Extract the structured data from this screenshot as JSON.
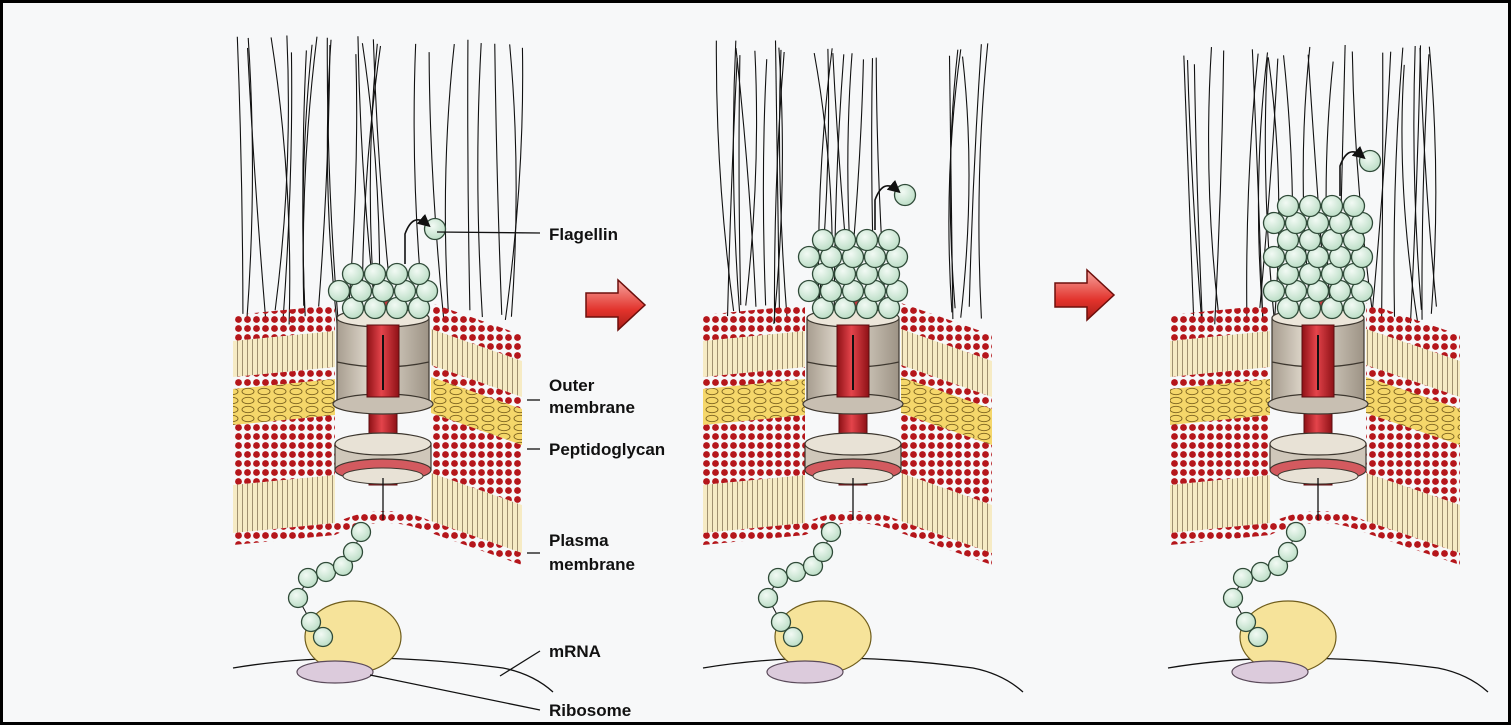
{
  "labels": {
    "flagellin": "Flagellin",
    "outer_membrane_line1": "Outer",
    "outer_membrane_line2": "membrane",
    "peptidoglycan": "Peptidoglycan",
    "plasma_membrane_line1": "Plasma",
    "plasma_membrane_line2": "membrane",
    "mrna": "mRNA",
    "ribosome": "Ribosome"
  },
  "stages": [
    {
      "name": "stage-1",
      "filament_rows": 3
    },
    {
      "name": "stage-2",
      "filament_rows": 5
    },
    {
      "name": "stage-3",
      "filament_rows": 7
    }
  ],
  "colors": {
    "frame": "#000000",
    "background": "#f7f8f9",
    "outer_lipid_heads": "#b5161b",
    "lipid_tails": "#f4e6b7",
    "peptidoglycan": "#f2cf54",
    "basal_body": "#d8d0c3",
    "rod": "#d22c33",
    "flagellin_subunit": "#cde9d6",
    "ribosome_large": "#f6e39a",
    "ribosome_small": "#dccbdc",
    "arrow": "#e2332c"
  },
  "icons": [
    "stage-arrow-icon",
    "export-arrow-icon"
  ]
}
